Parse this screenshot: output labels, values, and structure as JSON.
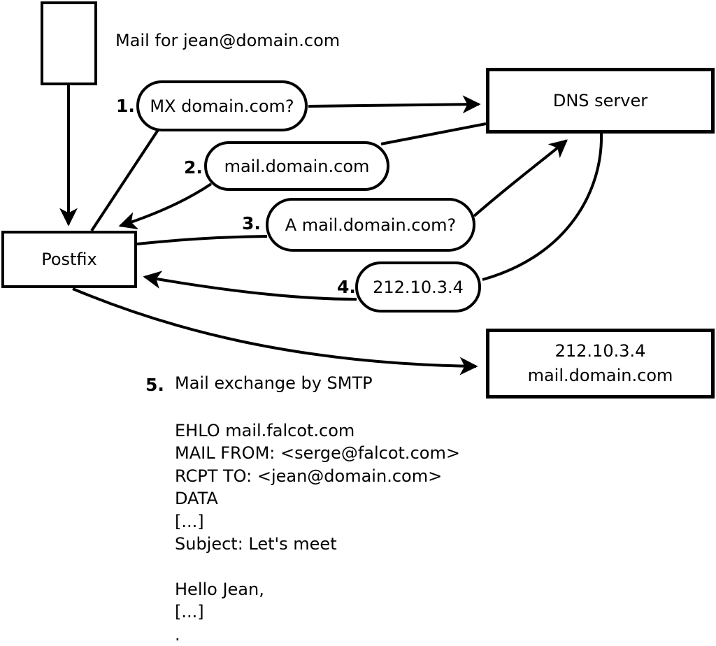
{
  "title": "Mail for jean@domain.com",
  "nodes": {
    "postfix": "Postfix",
    "dns_server": "DNS server",
    "mail_server": {
      "line1": "212.10.3.4",
      "line2": "mail.domain.com"
    }
  },
  "steps": [
    {
      "num": "1.",
      "label": "MX domain.com?"
    },
    {
      "num": "2.",
      "label": "mail.domain.com"
    },
    {
      "num": "3.",
      "label": "A mail.domain.com?"
    },
    {
      "num": "4.",
      "label": "212.10.3.4"
    },
    {
      "num": "5.",
      "label": "Mail exchange by SMTP"
    }
  ],
  "smtp_session": {
    "lines": [
      "EHLO mail.falcot.com",
      "MAIL FROM: <serge@falcot.com>",
      "RCPT TO: <jean@domain.com>",
      "DATA",
      "[...]",
      "Subject: Let's meet",
      "",
      "Hello Jean,",
      "[...]",
      "."
    ]
  },
  "colors": {
    "stroke": "#000000",
    "fill": "#ffffff"
  }
}
